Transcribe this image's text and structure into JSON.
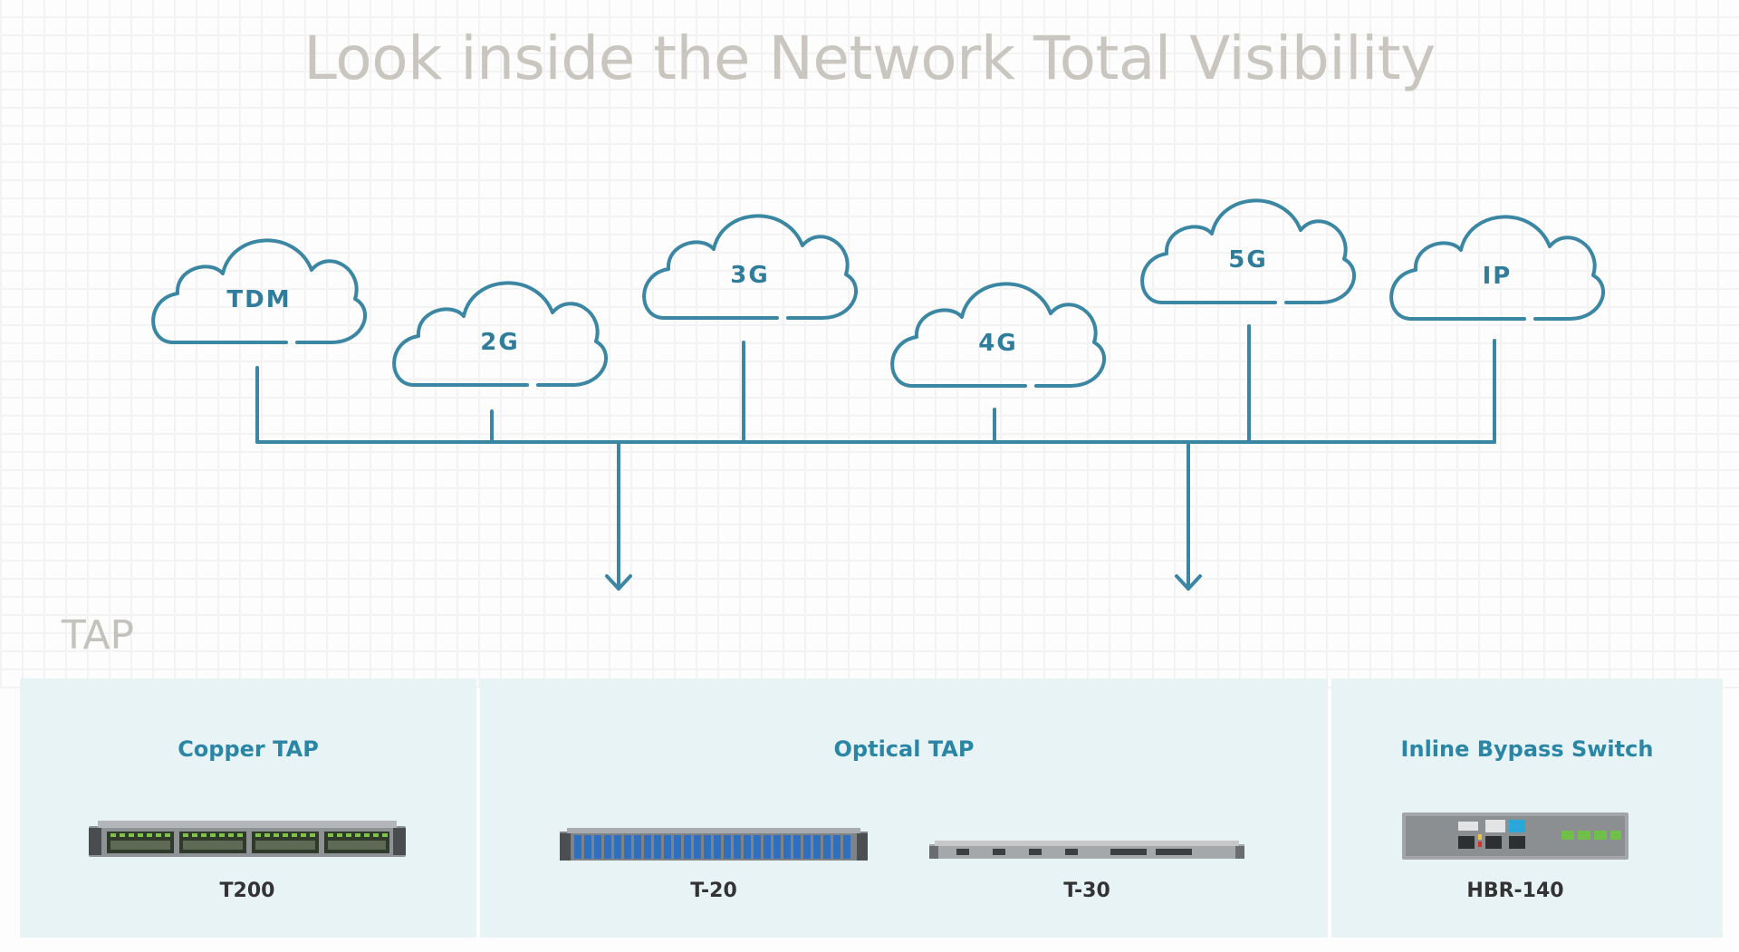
{
  "headline": "Look inside the Network Total Visibility",
  "networks": [
    {
      "label": "TDM"
    },
    {
      "label": "2G"
    },
    {
      "label": "3G"
    },
    {
      "label": "4G"
    },
    {
      "label": "5G"
    },
    {
      "label": "IP"
    }
  ],
  "section_label": "TAP",
  "panels": {
    "copper": {
      "title": "Copper TAP",
      "models": [
        "T200"
      ]
    },
    "optical": {
      "title": "Optical TAP",
      "models": [
        "T-20",
        "T-30"
      ]
    },
    "bypass": {
      "title": "Inline Bypass Switch",
      "models": [
        "HBR-140"
      ]
    }
  },
  "colors": {
    "line": "#3b86a3",
    "headline": "#c9c6c0",
    "panel_bg": "#e8f3f6",
    "panel_title": "#2b86a6",
    "port_green": "#7fc24a",
    "port_blue": "#2f6fc0"
  }
}
